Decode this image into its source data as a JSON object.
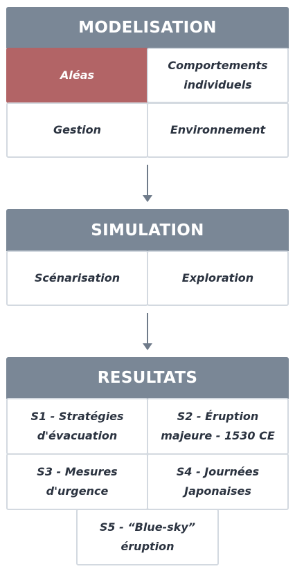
{
  "modelisation": {
    "title": "MODELISATION",
    "items": [
      "Aléas",
      "Comportements individuels",
      "Gestion",
      "Environnement"
    ],
    "highlight_color": "#b26466"
  },
  "simulation": {
    "title": "SIMULATION",
    "items": [
      "Scénarisation",
      "Exploration"
    ]
  },
  "resultats": {
    "title": "RESULTATS",
    "items": [
      "S1 - Stratégies d'évacuation",
      "S2 - Éruption majeure - 1530 CE",
      "S3 - Mesures d'urgence",
      "S4 - Journées Japonaises",
      "S5 - “Blue-sky” éruption"
    ]
  },
  "colors": {
    "header": "#7a8796",
    "border": "#d3d9e0",
    "arrow": "#6f7b8a",
    "text": "#2b3340"
  },
  "arrow_icon": "down-arrow-icon"
}
